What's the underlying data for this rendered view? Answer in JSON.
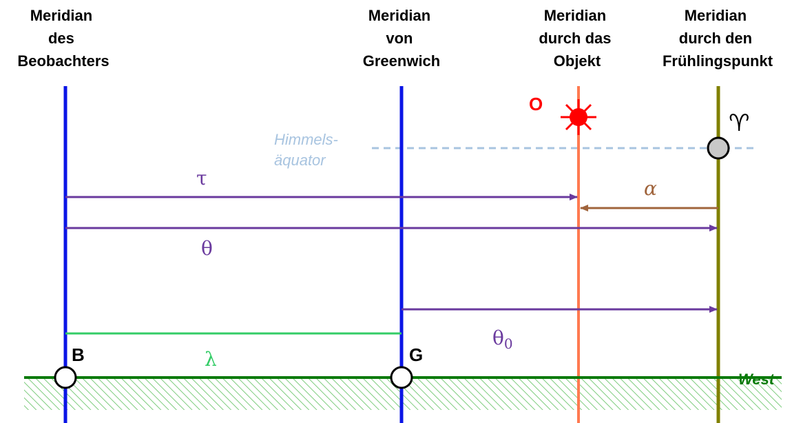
{
  "headers": {
    "observer": [
      "Meridian",
      "des",
      "Beobachters"
    ],
    "greenwich": [
      "Meridian",
      "von",
      "Greenwich"
    ],
    "object": [
      "Meridian",
      "durch das",
      "Objekt"
    ],
    "vernal": [
      "Meridian",
      "durch den",
      "Frühlingspunkt"
    ]
  },
  "equator_label": [
    "Himmels-",
    "äquator"
  ],
  "points": {
    "observer": "B",
    "greenwich": "G",
    "object": "O",
    "vernal_symbol": "♈"
  },
  "arrows": {
    "hour_angle": "τ",
    "right_ascension": "α",
    "sidereal_time": "θ",
    "greenwich_sidereal": "θ",
    "greenwich_sidereal_sub": "0",
    "longitude": "λ"
  },
  "direction_label": "West",
  "colors": {
    "observer_meridian": "#0a14e6",
    "greenwich_meridian": "#0a14e6",
    "object_meridian": "#ff7a50",
    "vernal_meridian": "#808000",
    "purple_arrow": "#6a3a9e",
    "brown_arrow": "#a0643c",
    "longitude_line": "#33cc66",
    "horizon": "#0a7a0a",
    "equator": "#a8c4e0",
    "sun": "#ff0000"
  }
}
